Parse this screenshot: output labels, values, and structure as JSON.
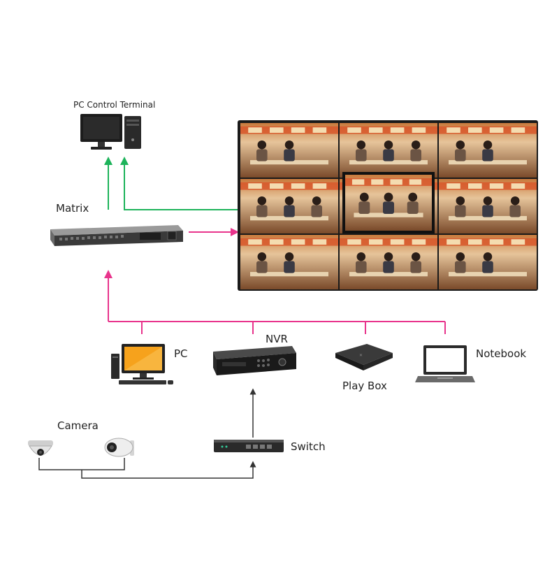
{
  "labels": {
    "pc_control_terminal": "PC Control Terminal",
    "matrix": "Matrix",
    "nvr": "NVR",
    "pc": "PC",
    "play_box": "Play Box",
    "notebook": "Notebook",
    "camera": "Camera",
    "switch": "Switch"
  },
  "colors": {
    "green_link": "#1db35a",
    "pink_link": "#e8348c",
    "black_link": "#333333",
    "video_wall_frame": "#1a1a1a",
    "monitor_screen": "#f6a21c"
  },
  "video_wall": {
    "rows": 3,
    "cols": 3,
    "center_tile": "enlarged"
  }
}
